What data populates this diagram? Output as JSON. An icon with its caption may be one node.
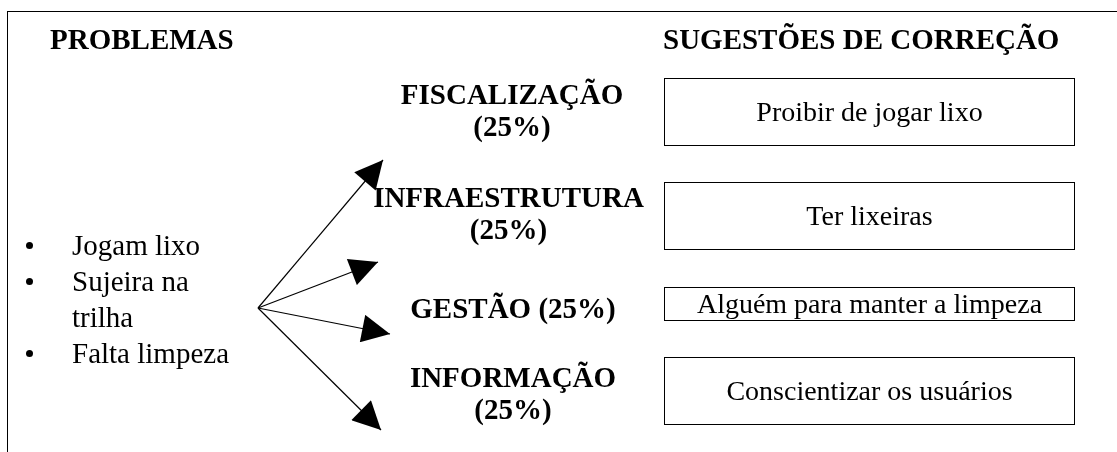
{
  "diagram": {
    "nodes": [
      {
        "text": [
          "Jogam lixo",
          "Sujeira na trilha",
          "Falta limpeza"
        ]
      },
      {
        "text": [
          "FISCALIZAÇÃO (25%)"
        ]
      },
      {
        "text": [
          "INFRAESTRUTURA (25%)"
        ]
      },
      {
        "text": [
          "GESTÃO (25%)"
        ]
      },
      {
        "text": [
          "INFORMAÇÃO (25%)"
        ]
      },
      {
        "text": [
          "Proibir de jogar lixo"
        ]
      },
      {
        "text": [
          "Ter lixeiras"
        ]
      },
      {
        "text": [
          "Alguém para manter a limpeza"
        ]
      },
      {
        "text": [
          "Conscientizar os usuários"
        ]
      }
    ],
    "edges": [
      {
        "from": 0,
        "to": 1,
        "arrow": "to"
      },
      {
        "from": 0,
        "to": 2,
        "arrow": "to"
      },
      {
        "from": 0,
        "to": 3,
        "arrow": "to"
      },
      {
        "from": 0,
        "to": 4,
        "arrow": "to"
      }
    ],
    "labels": [
      "PROBLEMAS",
      "SUGESTÕES DE CORREÇÃO"
    ]
  }
}
